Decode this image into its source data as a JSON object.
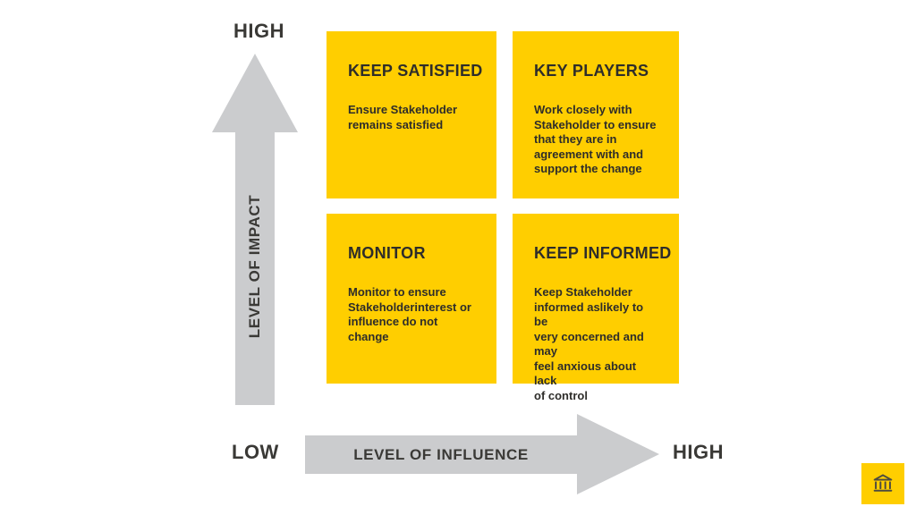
{
  "colors": {
    "quadrant_yellow": "#ffce00",
    "arrow_gray": "#cbccce",
    "text_dark": "#2e2d2a",
    "axis_text": "#3a3936",
    "logo_icon": "#4e4b40"
  },
  "axes": {
    "y": {
      "label": "LEVEL OF IMPACT",
      "top_label": "HIGH"
    },
    "x": {
      "label": "LEVEL OF INFLUENCE",
      "left_label": "LOW",
      "right_label": "HIGH"
    }
  },
  "quadrants": [
    {
      "id": "keep-satisfied",
      "title": "KEEP SATISFIED",
      "description": "Ensure Stakeholder\nremains satisfied"
    },
    {
      "id": "key-players",
      "title": "KEY PLAYERS",
      "description": "Work closely with\nStakeholder to ensure\nthat they are in\nagreement with and\nsupport the change"
    },
    {
      "id": "monitor",
      "title": "MONITOR",
      "description": "Monitor to ensure\nStakeholderinterest or\ninfluence do not change"
    },
    {
      "id": "keep-informed",
      "title": "KEEP INFORMED",
      "description": "Keep Stakeholder\ninformed aslikely to be\nvery concerned and may\nfeel anxious about lack\nof control"
    }
  ],
  "icons": {
    "logo": "bank-icon"
  }
}
